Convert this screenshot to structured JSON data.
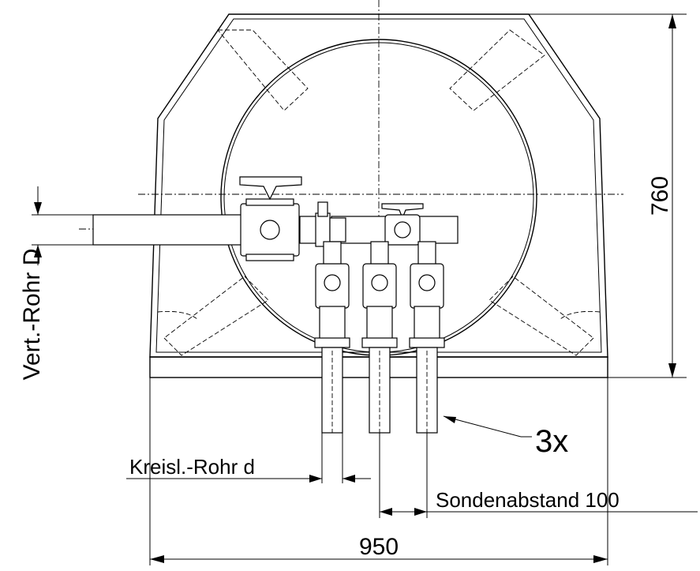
{
  "dimensions": {
    "height_label": "760",
    "width_label": "950",
    "vert_pipe_label": "Vert.-Rohr D",
    "loop_pipe_label": "Kreisl.-Rohr d",
    "probe_spacing_label": "Sondenabstand 100",
    "count_label": "3x"
  }
}
